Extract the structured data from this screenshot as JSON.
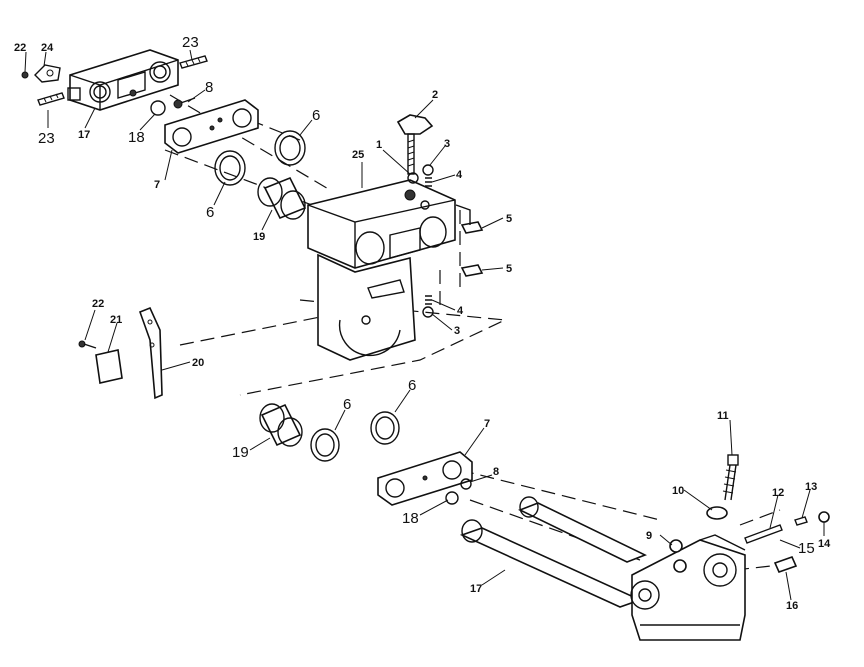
{
  "header": {
    "text": ""
  },
  "callouts": {
    "c22a": "22",
    "c24": "24",
    "c23a": "23",
    "c23b": "23",
    "c17a": "17",
    "c18a": "18",
    "c8a": "8",
    "c6a": "6",
    "c7a": "7",
    "c6b": "6",
    "c19a": "19",
    "c25": "25",
    "c2": "2",
    "c1": "1",
    "c3a": "3",
    "c4a": "4",
    "c5a": "5",
    "c5b": "5",
    "c4b": "4",
    "c3b": "3",
    "c22b": "22",
    "c21": "21",
    "c20": "20",
    "c6c": "6",
    "c6d": "6",
    "c19b": "19",
    "c7b": "7",
    "c8b": "8",
    "c18b": "18",
    "c17b": "17",
    "c11": "11",
    "c10": "10",
    "c12": "12",
    "c13": "13",
    "c14": "14",
    "c15": "15",
    "c9": "9",
    "c16": "16"
  }
}
